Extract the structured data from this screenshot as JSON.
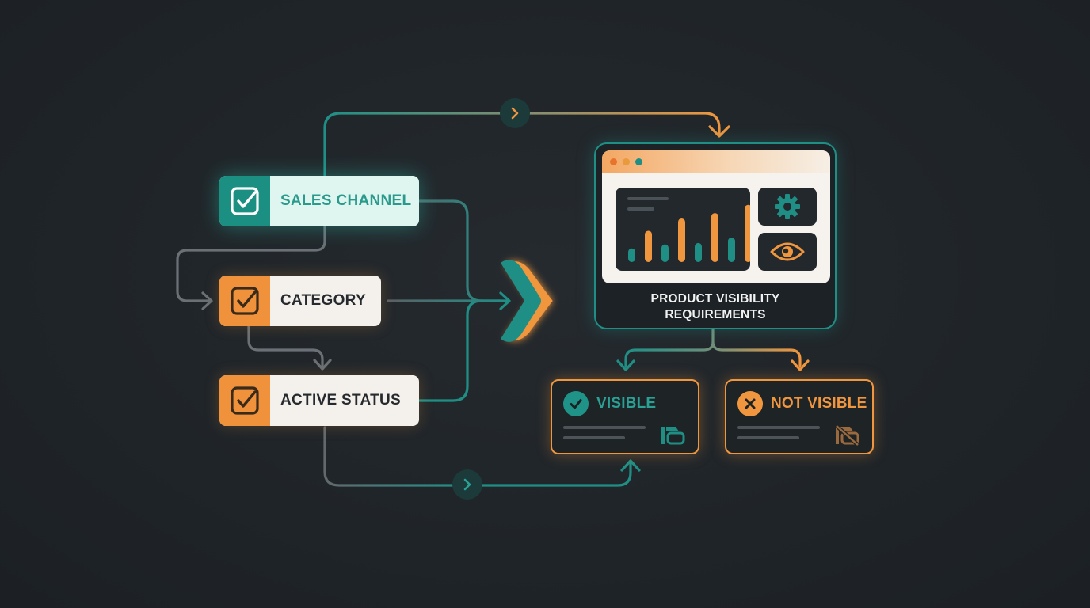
{
  "conditions": [
    {
      "label": "SALES CHANNEL",
      "state": "checked",
      "accent": "#1c8f83"
    },
    {
      "label": "CATEGORY",
      "state": "checked",
      "accent": "#f0923c"
    },
    {
      "label": "ACTIVE STATUS",
      "state": "checked",
      "accent": "#f0923c"
    }
  ],
  "panel": {
    "title_line1": "PRODUCT VISIBILITY",
    "title_line2": "REQUIREMENTS",
    "mini_chart_values": [
      20,
      46,
      26,
      64,
      28,
      72,
      36,
      84
    ],
    "icons": [
      "gear-icon",
      "eye-icon"
    ]
  },
  "outcomes": [
    {
      "label": "VISIBLE",
      "icon": "check-icon",
      "color": "#1f9388"
    },
    {
      "label": "NOT VISIBLE",
      "icon": "x-icon",
      "color": "#f0963e"
    }
  ],
  "colors": {
    "teal": "#1f8f86",
    "orange": "#f0963e",
    "gray": "#6e7479",
    "background": "#1f2428"
  }
}
